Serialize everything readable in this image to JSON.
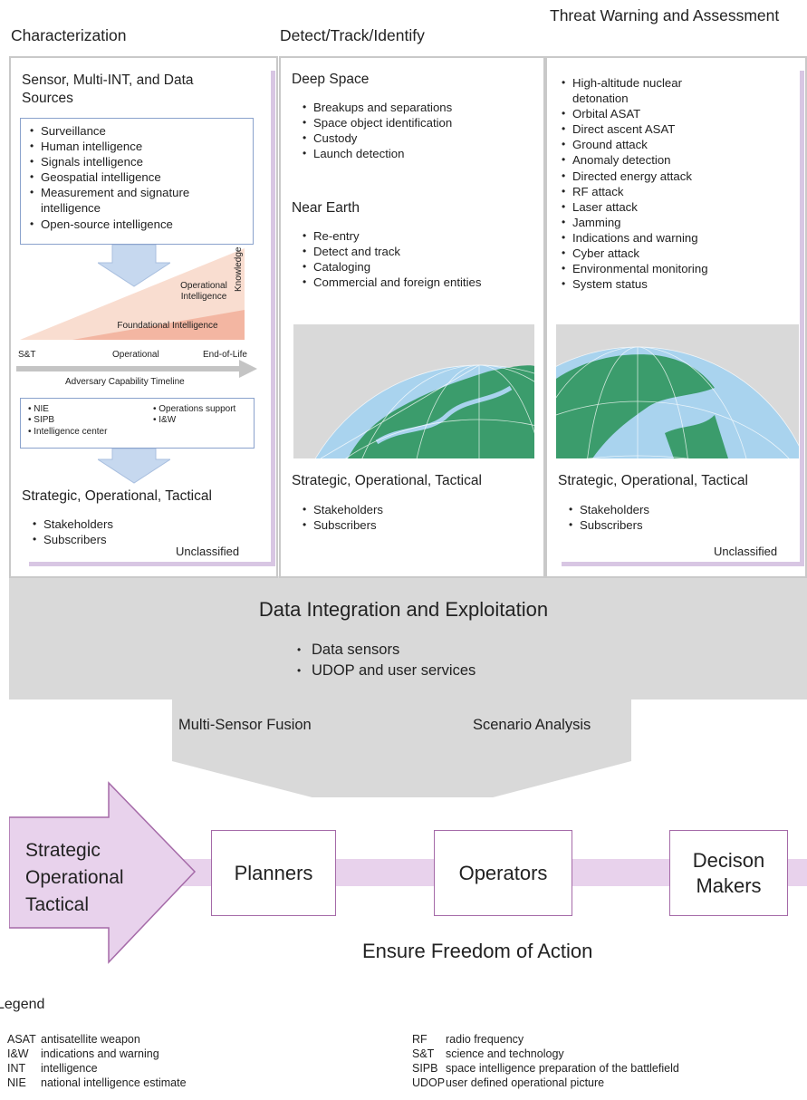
{
  "columns": {
    "characterization": {
      "title": "Characterization",
      "sources_title": "Sensor, Multi-INT, and Data Sources",
      "sources": [
        "Surveillance",
        "Human intelligence",
        "Signals intelligence",
        "Geospatial intelligence",
        "Measurement and signature intelligence",
        "Open-source intelligence"
      ],
      "operational_intelligence": "Operational Intelligence",
      "knowledge": "Knowledge",
      "foundational_intelligence": "Foundational Intelligence",
      "timeline_points": [
        "S&T",
        "Operational",
        "End-of-Life"
      ],
      "timeline_label": "Adversary Capability Timeline",
      "products_left": [
        "NIE",
        "SIPB",
        "Intelligence center"
      ],
      "products_right": [
        "Operations support",
        "I&W"
      ],
      "levels": "Strategic, Operational, Tactical",
      "audiences": [
        "Stakeholders",
        "Subscribers"
      ],
      "classification": "Unclassified"
    },
    "detect": {
      "title": "Detect/Track/Identify",
      "deep_space_title": "Deep Space",
      "deep_space": [
        "Breakups and separations",
        "Space object identification",
        "Custody",
        "Launch detection"
      ],
      "near_earth_title": "Near Earth",
      "near_earth": [
        "Re-entry",
        "Detect and track",
        "Cataloging",
        "Commercial and foreign entities"
      ],
      "levels": "Strategic, Operational, Tactical",
      "audiences": [
        "Stakeholders",
        "Subscribers"
      ]
    },
    "threat": {
      "title": "Threat Warning and Assessment",
      "items": [
        "High-altitude nuclear detonation",
        "Orbital ASAT",
        "Direct ascent ASAT",
        "Ground attack",
        "Anomaly detection",
        "Directed energy attack",
        "RF attack",
        "Laser attack",
        "Jamming",
        "Indications and warning",
        "Cyber attack",
        "Environmental monitoring",
        "System status"
      ],
      "levels": "Strategic, Operational, Tactical",
      "audiences": [
        "Stakeholders",
        "Subscribers"
      ],
      "classification": "Unclassified"
    }
  },
  "integration": {
    "title": "Data Integration and Exploitation",
    "items": [
      "Data sensors",
      "UDOP and user services"
    ],
    "left_label": "Multi-Sensor Fusion",
    "right_label": "Scenario Analysis"
  },
  "flow": {
    "source": "Strategic Operational Tactical",
    "source_lines": [
      "Strategic",
      "Operational",
      "Tactical"
    ],
    "nodes": [
      "Planners",
      "Operators",
      "Decison Makers"
    ],
    "caption": "Ensure Freedom of Action"
  },
  "legend": {
    "title": "Legend",
    "left": [
      {
        "abbr": "ASAT",
        "text": "antisatellite weapon"
      },
      {
        "abbr": "I&W",
        "text": "indications and warning"
      },
      {
        "abbr": "INT",
        "text": "intelligence"
      },
      {
        "abbr": "NIE",
        "text": "national intelligence estimate"
      }
    ],
    "right": [
      {
        "abbr": "RF",
        "text": "radio frequency"
      },
      {
        "abbr": "S&T",
        "text": "science and technology"
      },
      {
        "abbr": "SIPB",
        "text": "space intelligence preparation of the battlefield"
      },
      {
        "abbr": "UDOP",
        "text": "user defined operational picture"
      }
    ]
  },
  "colors": {
    "panel_border": "#c9c9c9",
    "lavender_accent": "#d8c6e3",
    "blue_arrow": "#c6d8ef",
    "blue_border": "#8aa2cc",
    "salmon_light": "#f9ddd0",
    "salmon_dark": "#ef9c84",
    "funnel_gray": "#d9d9d9",
    "globe_ocean": "#a9d3ee",
    "globe_land": "#3b9c6c",
    "flow_purple": "#e8d2ec",
    "flow_border": "#a56aa8"
  }
}
